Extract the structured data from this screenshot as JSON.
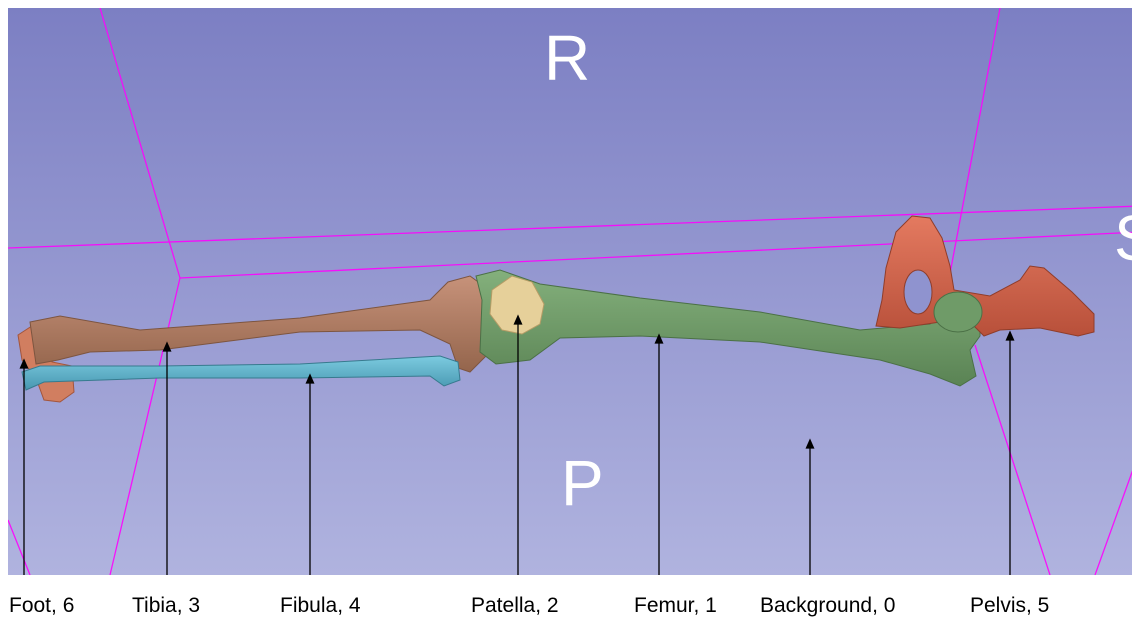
{
  "orientation": {
    "top": "R",
    "bottom": "P",
    "right": "S"
  },
  "colors": {
    "background_top": "#7c7fc3",
    "background_bottom": "#b0b3df",
    "bounding_box": "#ff00ff",
    "femur": "#6f9b68",
    "patella": "#e6d09a",
    "tibia": "#b57f62",
    "fibula": "#5eb5cf",
    "pelvis": "#d9664c",
    "foot": "#d17e60",
    "arrow": "#000000"
  },
  "segments": [
    {
      "name": "Foot",
      "label_value": 6,
      "label": "Foot, 6",
      "color": "#d17e60"
    },
    {
      "name": "Tibia",
      "label_value": 3,
      "label": "Tibia, 3",
      "color": "#b57f62"
    },
    {
      "name": "Fibula",
      "label_value": 4,
      "label": "Fibula, 4",
      "color": "#5eb5cf"
    },
    {
      "name": "Patella",
      "label_value": 2,
      "label": "Patella, 2",
      "color": "#e6d09a"
    },
    {
      "name": "Femur",
      "label_value": 1,
      "label": "Femur, 1",
      "color": "#6f9b68"
    },
    {
      "name": "Background",
      "label_value": 0,
      "label": "Background, 0",
      "color": "#9fa3d6"
    },
    {
      "name": "Pelvis",
      "label_value": 5,
      "label": "Pelvis, 5",
      "color": "#d9664c"
    }
  ]
}
